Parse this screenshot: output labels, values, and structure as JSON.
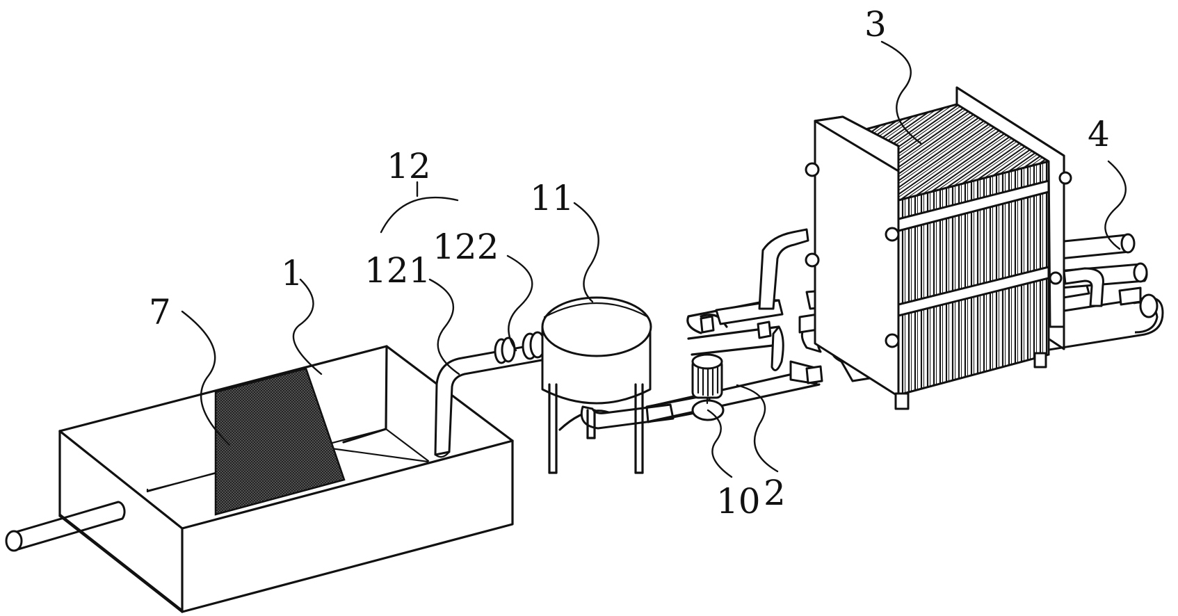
{
  "labels": {
    "tank": "1",
    "pipe": "2",
    "filter_press": "3",
    "outlet_pipe": "4",
    "filter_screen": "7",
    "pump": "10",
    "buffer_tank": "11",
    "connector_assembly": "12",
    "elbow_pipe": "121",
    "coupling": "122"
  }
}
